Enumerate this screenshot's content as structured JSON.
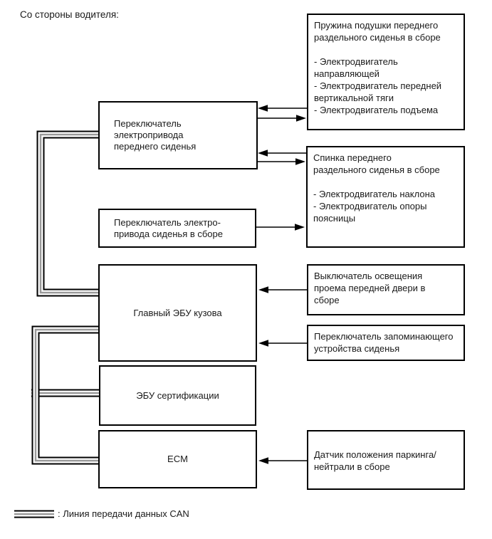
{
  "diagram": {
    "title": "Со стороны водителя:",
    "left_boxes": [
      {
        "lines": [
          "Переключатель",
          "электропривода",
          "переднего сиденья"
        ]
      },
      {
        "lines": [
          "Переключатель электро-",
          "привода сиденья в сборе"
        ]
      },
      {
        "lines": [
          "Главный ЭБУ кузова"
        ]
      },
      {
        "lines": [
          "ЭБУ сертификации"
        ]
      },
      {
        "lines": [
          "ECM"
        ]
      }
    ],
    "right_boxes": [
      {
        "title_lines": [
          "Пружина подушки переднего",
          "раздельного сиденья в сборе"
        ],
        "items": [
          [
            "- Электродвигатель",
            "направляющей"
          ],
          [
            "- Электродвигатель передней",
            "вертикальной тяги"
          ],
          [
            "- Электродвигатель подъема"
          ]
        ]
      },
      {
        "title_lines": [
          "Спинка переднего",
          "раздельного сиденья в сборе"
        ],
        "items": [
          [
            "- Электродвигатель наклона"
          ],
          [
            "- Электродвигатель опоры",
            "поясницы"
          ]
        ]
      },
      {
        "title_lines": [
          "Выключатель освещения",
          "проема передней двери в",
          "сборе"
        ],
        "items": []
      },
      {
        "title_lines": [
          "Переключатель запоминающего",
          "устройства сиденья"
        ],
        "items": []
      },
      {
        "title_lines": [
          "Датчик положения паркинга/",
          "нейтрали в сборе"
        ],
        "items": []
      }
    ],
    "legend": {
      "label": ": Линия передачи данных CAN"
    },
    "colors": {
      "line": "#000000",
      "can_gray": "#9a9a9a",
      "background": "#ffffff"
    }
  }
}
